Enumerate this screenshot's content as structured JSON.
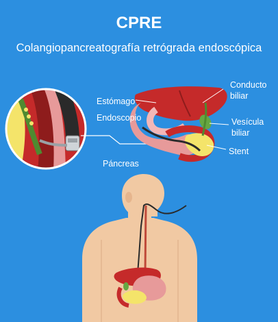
{
  "title": "CPRE",
  "subtitle": "Colangiopancreatografía retrógrada endoscópica",
  "labels": {
    "estomago": "Estómago",
    "endoscopio": "Endoscopio",
    "pancreas": "Páncreas",
    "conducto_biliar_1": "Conducto",
    "conducto_biliar_2": "biliar",
    "vesicula_biliar_1": "Vesícula",
    "vesicula_biliar_2": "biliar",
    "stent": "Stent"
  },
  "colors": {
    "background": "#2c8fe0",
    "liver": "#c52a2a",
    "stomach": "#e79a9a",
    "pancreas": "#f4e46a",
    "skin": "#f1c9a3",
    "endoscope": "#333333",
    "gallbladder": "#66a742"
  }
}
